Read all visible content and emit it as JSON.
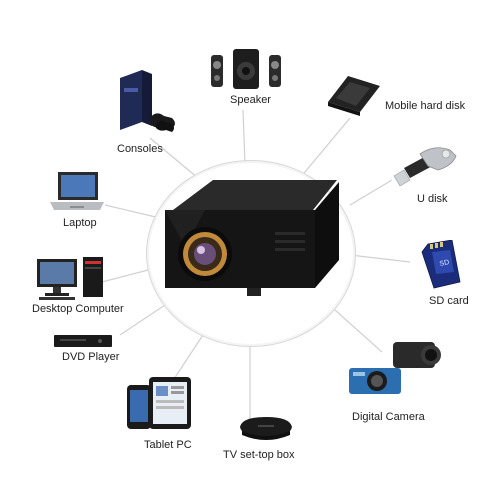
{
  "center": {
    "name": "mini-projector"
  },
  "devices": [
    {
      "label": "Speaker"
    },
    {
      "label": "Mobile hard disk"
    },
    {
      "label": "Consoles"
    },
    {
      "label": "U disk"
    },
    {
      "label": "Laptop"
    },
    {
      "label": "SD card"
    },
    {
      "label": "Desktop Computer"
    },
    {
      "label": "DVD Player"
    },
    {
      "label": "Digital Camera"
    },
    {
      "label": "Tablet PC"
    },
    {
      "label": "TV set-top box"
    }
  ],
  "colors": {
    "line": "#d0d0d0",
    "projector": "#1b1b1b",
    "lens_ring": "#c08a3a"
  }
}
